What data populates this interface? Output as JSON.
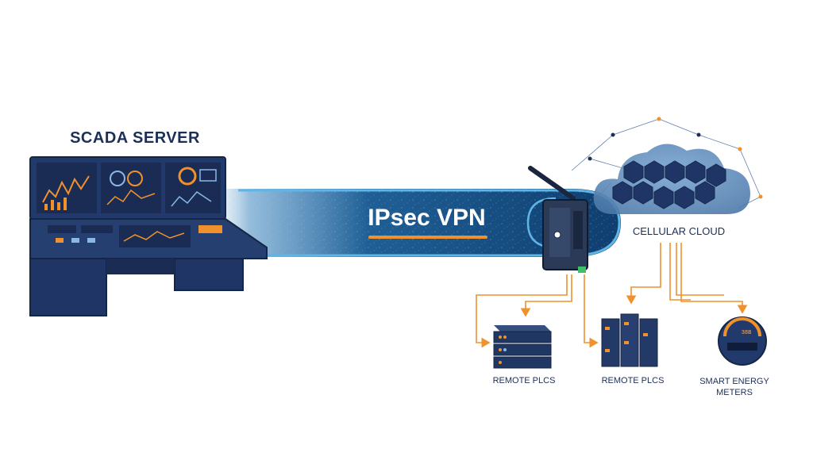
{
  "scada": {
    "label": "SCADA SERVER"
  },
  "tunnel": {
    "label": "IPsec VPN"
  },
  "cloud": {
    "label": "CELLULAR CLOUD"
  },
  "devices": [
    {
      "label": "REMOTE PLCS"
    },
    {
      "label": "REMOTE PLCS"
    },
    {
      "label": "SMART ENERGY METERS",
      "display_value": "38B"
    }
  ],
  "colors": {
    "navy": "#1c2f57",
    "tunnel_blue": "#1e5b8f",
    "tunnel_glow": "#5fb6e6",
    "accent_orange": "#f0912c",
    "cloud_blue": "#5b89b8",
    "hexagon_navy": "#1f3566"
  },
  "icons": [
    "scada-console-icon",
    "router-antenna-icon",
    "cloud-icon",
    "rack-server-icon",
    "plc-module-icon",
    "energy-meter-icon"
  ]
}
